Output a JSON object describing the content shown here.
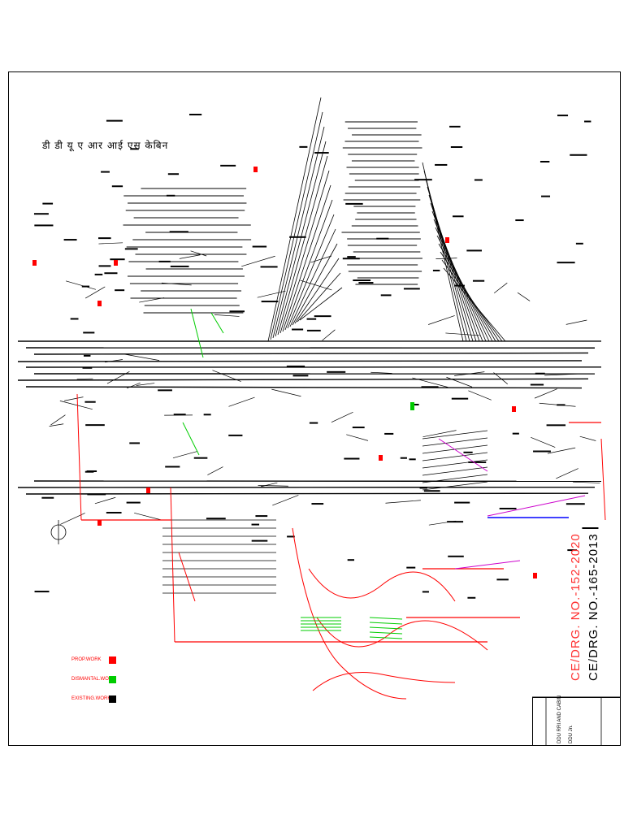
{
  "diagram": {
    "title_hindi": "डी डी यू ए आर आई एस केबिन",
    "drawing_numbers": {
      "proposed": "CE/DRG. NO.-152-2020",
      "existing": "CE/DRG. NO.-165-2013"
    },
    "title_block": {
      "line_1": "DDU RRI AND CABIN",
      "line_2": "DDU Jn."
    },
    "legend": [
      {
        "label": "PROP.WORK",
        "color": "#ff0000"
      },
      {
        "label": "DISMANTAL.WORK",
        "color": "#00cc00"
      },
      {
        "label": "EXISTING.WORK",
        "color": "#000000"
      }
    ],
    "colors": {
      "existing": "#000000",
      "proposed": "#ff0000",
      "dismantled": "#00cc00",
      "magenta": "#cc00cc",
      "blue": "#0000ff"
    }
  }
}
